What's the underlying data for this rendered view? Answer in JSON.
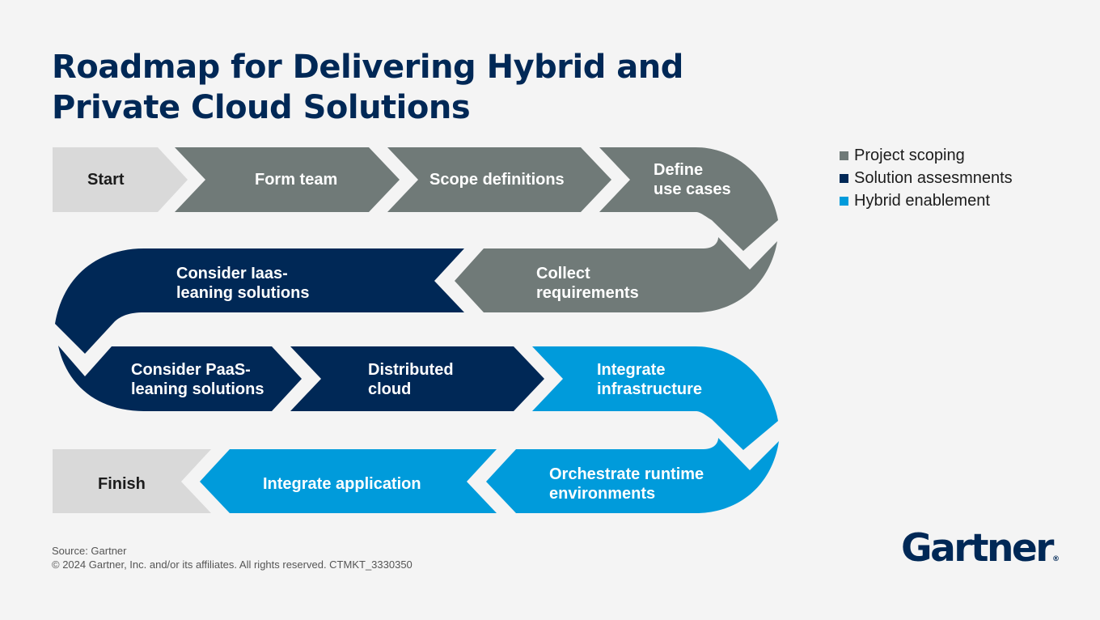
{
  "title": "Roadmap for Delivering Hybrid and Private Cloud Solutions",
  "colors": {
    "project_scoping": "#707a78",
    "solution_assessments": "#002856",
    "hybrid_enablement": "#009bdb",
    "endpoint": "#d9d9d9"
  },
  "steps": {
    "start": "Start",
    "form_team": "Form team",
    "scope_definitions": "Scope definitions",
    "define_use_cases": [
      "Define",
      "use cases"
    ],
    "collect_requirements": [
      "Collect",
      "requirements"
    ],
    "consider_iaas": [
      "Consider Iaas-",
      "leaning solutions"
    ],
    "consider_paas": [
      "Consider PaaS-",
      "leaning solutions"
    ],
    "distributed_cloud": [
      "Distributed",
      "cloud"
    ],
    "integrate_infrastructure": [
      "Integrate",
      "infrastructure"
    ],
    "orchestrate_runtime": [
      "Orchestrate runtime",
      "environments"
    ],
    "integrate_application": "Integrate application",
    "finish": "Finish"
  },
  "legend": {
    "project_scoping": "Project scoping",
    "solution_assessments": "Solution assesmnents",
    "hybrid_enablement": "Hybrid enablement"
  },
  "footer": {
    "source": "Source: Gartner",
    "copyright": "© 2024 Gartner, Inc. and/or its affiliates. All rights reserved. CTMKT_3330350"
  },
  "logo": "Gartner",
  "logo_mark": "®"
}
